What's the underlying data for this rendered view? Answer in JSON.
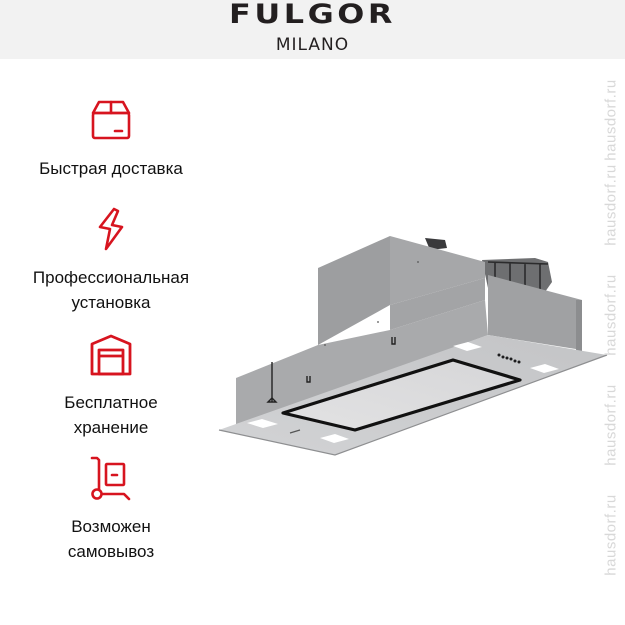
{
  "header": {
    "brand_name": "FULGOR",
    "brand_subtitle": "MILANO",
    "background": "#f2f2f2"
  },
  "features": [
    {
      "icon": "box-icon",
      "label_lines": [
        "Быстрая доставка"
      ]
    },
    {
      "icon": "lightning-icon",
      "label_lines": [
        "Профессиональная",
        "установка"
      ]
    },
    {
      "icon": "warehouse-icon",
      "label_lines": [
        "Бесплатное",
        "хранение"
      ]
    },
    {
      "icon": "hand-truck-icon",
      "label_lines": [
        "Возможен",
        "самовывоз"
      ]
    }
  ],
  "accent_color": "#d7141f",
  "watermark": {
    "text": "hausdorf.ru",
    "repeats": [
      "hausdorf.ru",
      "hausdorf.ru",
      "hausdorf.ru",
      "hausdorf.ru",
      "hausdorf.ru"
    ]
  },
  "product": {
    "type": "built-in ceiling cooker hood",
    "finish_color": "#b5b6b8",
    "led_lights": 4,
    "control_buttons": 6
  }
}
